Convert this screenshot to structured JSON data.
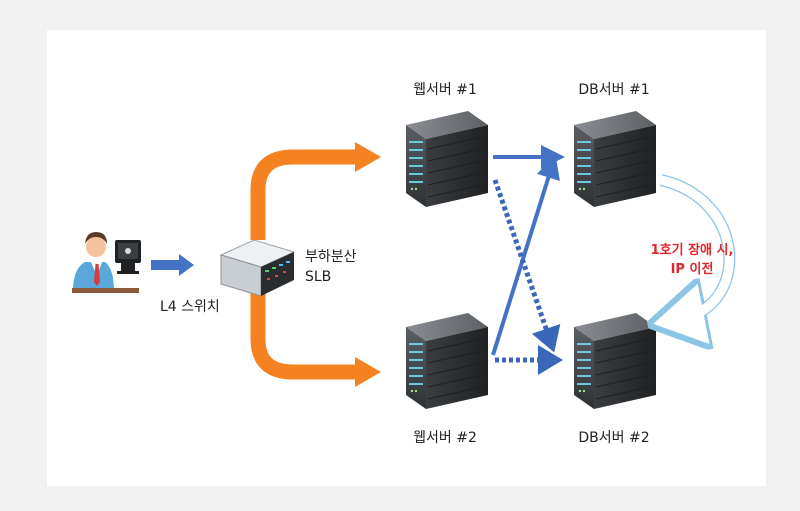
{
  "labels": {
    "web1": "웹서버 #1",
    "web2": "웹서버 #2",
    "db1": "DB서버 #1",
    "db2": "DB서버 #2",
    "lb_line1": "부하분산",
    "lb_line2": "SLB",
    "switch": "L4 스위치",
    "failover_line1": "1호기 장애 시,",
    "failover_line2": "IP 이전"
  },
  "colors": {
    "background": "#f1f1f1",
    "card": "#ffffff",
    "orange": "#f58220",
    "blue_arrow": "#4472c4",
    "dotted_arrow": "#3a67b8",
    "failover_arc": "#8cc4e6",
    "failover_text": "#e0262b",
    "server_dark": "#2f3133",
    "server_led": "#6ec9e0"
  },
  "icons": {
    "user": "user-at-computer-icon",
    "switch": "load-balancer-switch-icon",
    "server": "server-tower-icon"
  }
}
